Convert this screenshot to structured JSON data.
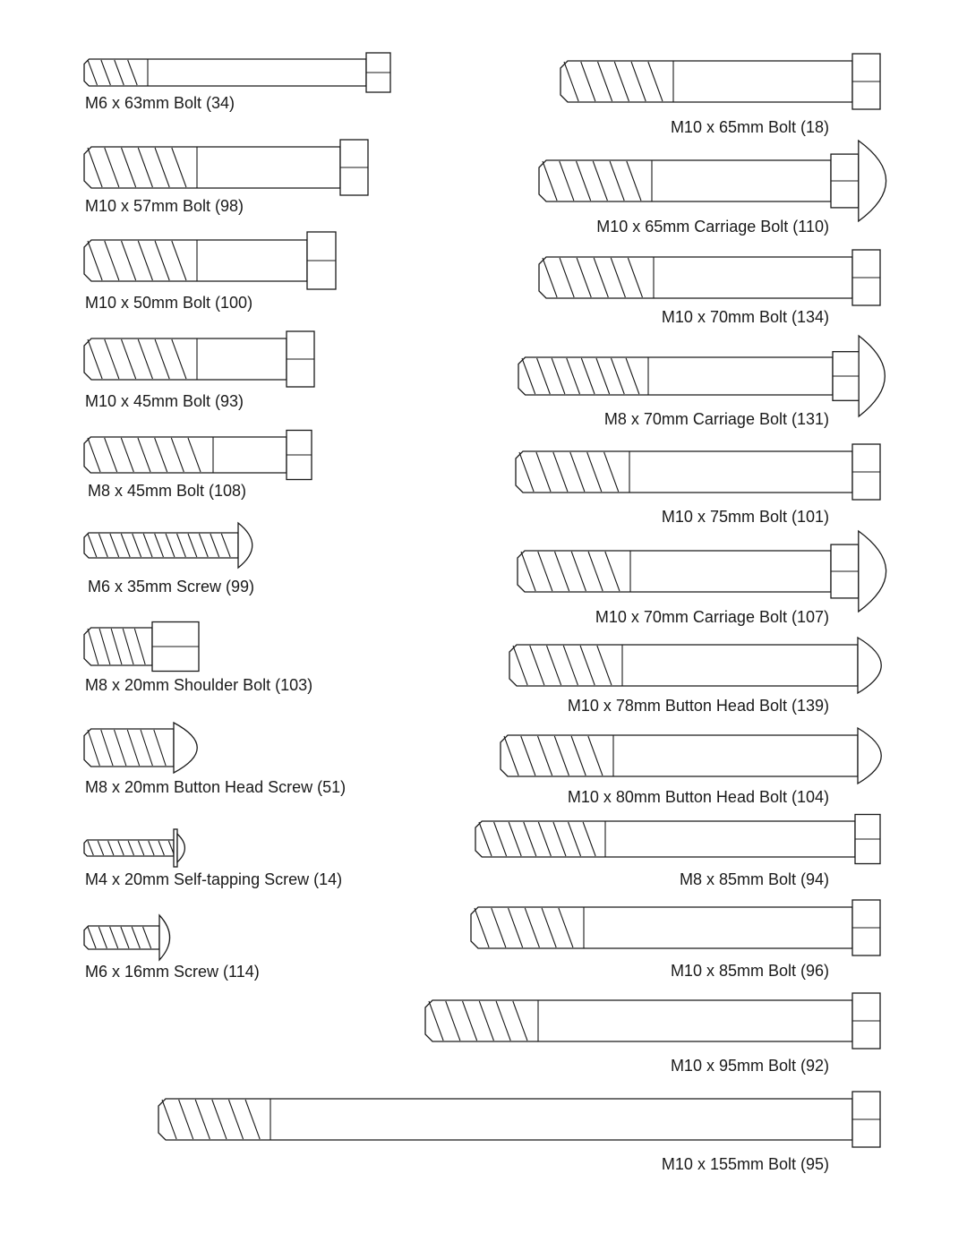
{
  "parts": [
    {
      "label": "M6 x 63mm Bolt (34)",
      "head": "hex"
    },
    {
      "label": "M10 x 57mm Bolt (98)",
      "head": "hex"
    },
    {
      "label": "M10 x 50mm Bolt (100)",
      "head": "hex"
    },
    {
      "label": "M10 x 45mm Bolt (93)",
      "head": "hex"
    },
    {
      "label": "M8 x 45mm Bolt (108)",
      "head": "hex"
    },
    {
      "label": "M6 x 35mm Screw (99)",
      "head": "button"
    },
    {
      "label": "M8 x 20mm Shoulder Bolt (103)",
      "head": "hex"
    },
    {
      "label": "M8 x 20mm Button Head Screw (51)",
      "head": "button"
    },
    {
      "label": "M4 x 20mm Self-tapping Screw (14)",
      "head": "phillips-pan"
    },
    {
      "label": "M6 x 16mm Screw (114)",
      "head": "button"
    },
    {
      "label": "M10 x 65mm Bolt (18)",
      "head": "hex"
    },
    {
      "label": "M10 x 65mm Carriage Bolt (110)",
      "head": "carriage"
    },
    {
      "label": "M10 x 70mm Bolt (134)",
      "head": "hex"
    },
    {
      "label": "M8 x 70mm Carriage Bolt (131)",
      "head": "carriage"
    },
    {
      "label": "M10 x 75mm Bolt (101)",
      "head": "hex"
    },
    {
      "label": "M10 x 70mm Carriage Bolt (107)",
      "head": "carriage"
    },
    {
      "label": "M10 x 78mm Button Head Bolt (139)",
      "head": "button"
    },
    {
      "label": "M10 x 80mm Button Head Bolt (104)",
      "head": "button"
    },
    {
      "label": "M8 x 85mm Bolt (94)",
      "head": "hex"
    },
    {
      "label": "M10 x 85mm Bolt (96)",
      "head": "hex"
    },
    {
      "label": "M10 x 95mm Bolt (92)",
      "head": "hex"
    },
    {
      "label": "M10 x 155mm Bolt (95)",
      "head": "hex"
    }
  ]
}
